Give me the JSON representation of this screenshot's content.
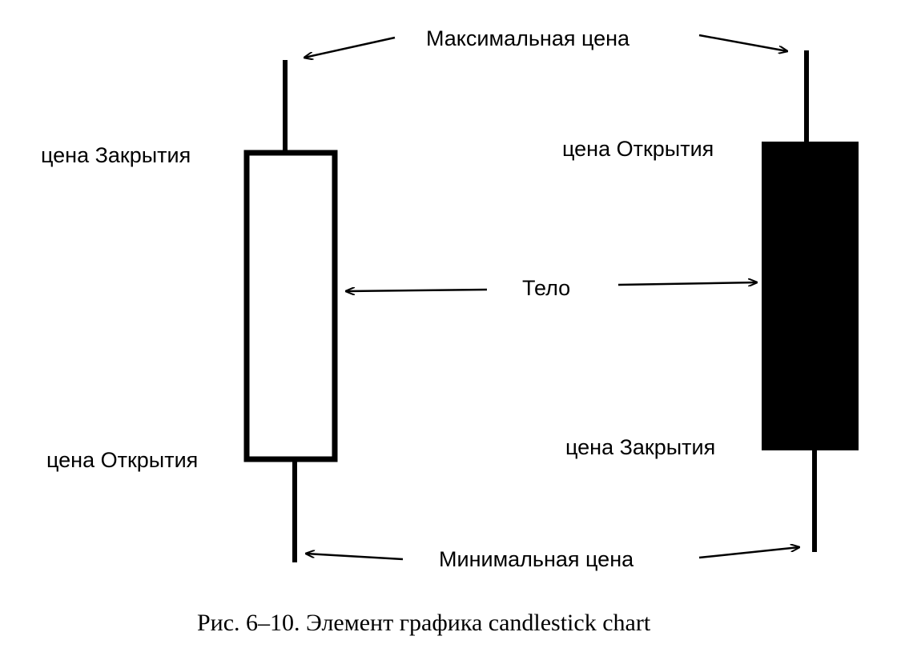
{
  "labels": {
    "max_price": "Максимальная цена",
    "min_price": "Минимальная цена",
    "body": "Тело",
    "white_candle_close": "цена Закрытия",
    "white_candle_open": "цена Открытия",
    "black_candle_open": "цена Открытия",
    "black_candle_close": "цена Закрытия"
  },
  "caption": "Рис. 6–10. Элемент графика candlestick chart",
  "colors": {
    "ink": "#000000",
    "paper": "#ffffff",
    "white_candle_body": "#ffffff",
    "black_candle_body": "#000000"
  }
}
